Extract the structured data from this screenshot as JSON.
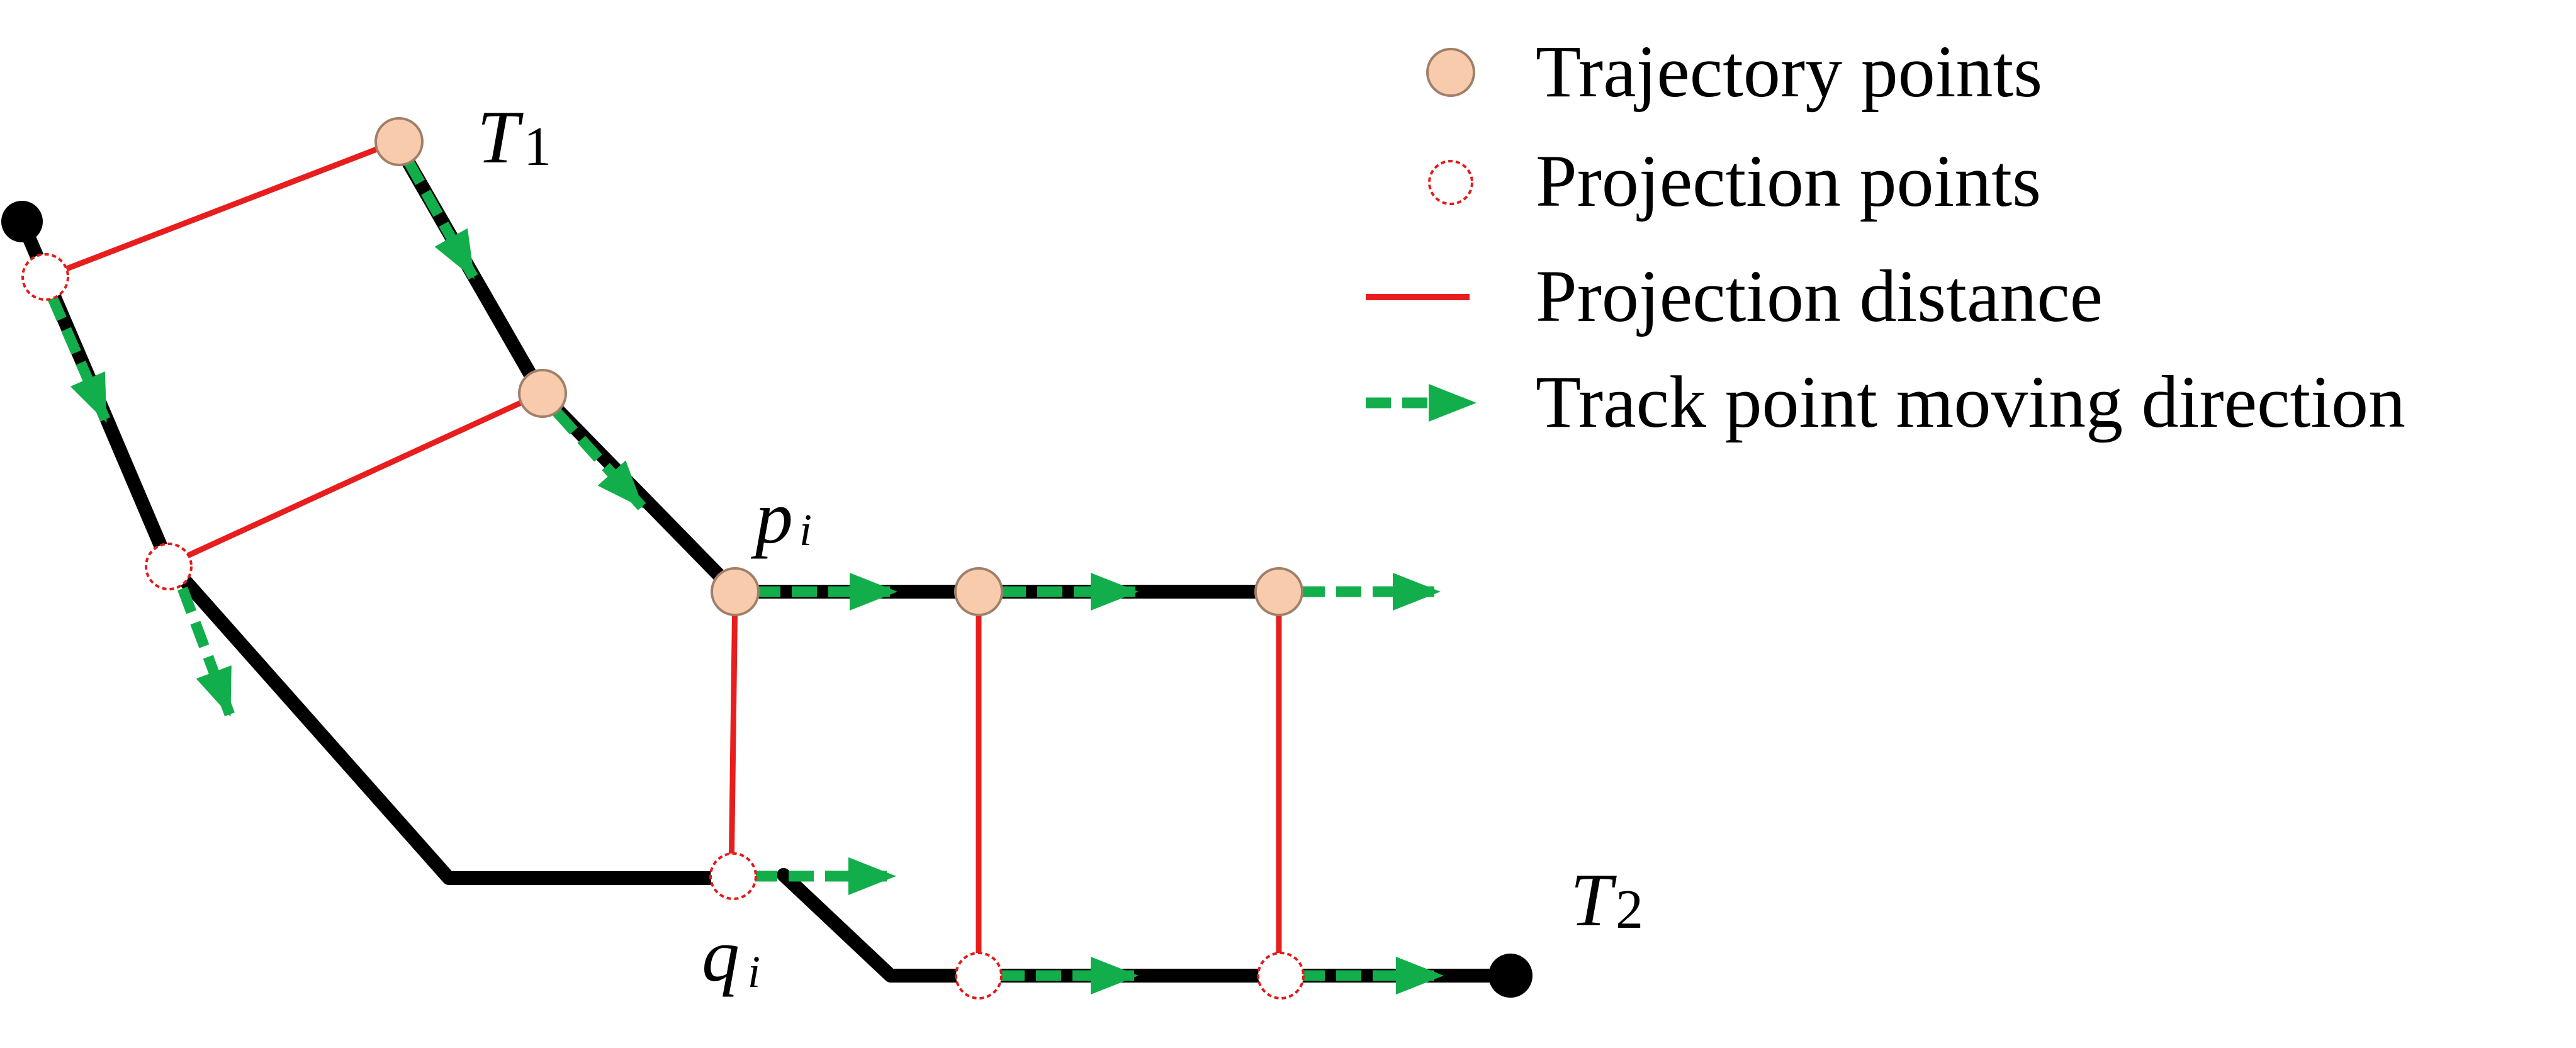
{
  "legend": {
    "trajectory_points": "Trajectory points",
    "projection_points": "Projection points",
    "projection_distance": "Projection distance",
    "moving_direction": "Track point moving direction"
  },
  "labels": {
    "t1_main": "T",
    "t1_sub": "1",
    "t2_main": "T",
    "t2_sub": "2",
    "p_main": "p",
    "p_sub": "i",
    "q_main": "q",
    "q_sub": "i"
  },
  "colors": {
    "road": "#000000",
    "trajectory_fill": "#F8CBAD",
    "trajectory_stroke": "#A07F6A",
    "projection_stroke": "#E31A1A",
    "distance_line": "#E81E1E",
    "arrow": "#12AE4B"
  }
}
